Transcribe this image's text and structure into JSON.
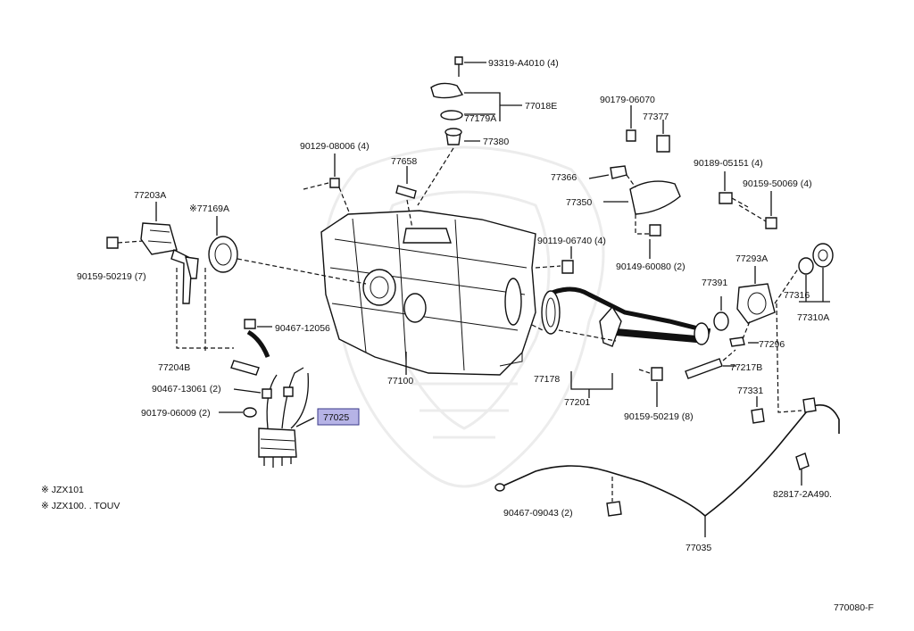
{
  "labels": {
    "p93319": "93319-A4010 (4)",
    "p77018E": "77018E",
    "p77179A": "77179A",
    "p77380": "77380",
    "p90179_06070": "90179-06070",
    "p77377": "77377",
    "p90129": "90129-08006 (4)",
    "p77658": "77658",
    "p77366": "77366",
    "p90189": "90189-05151 (4)",
    "p90159_50069": "90159-50069 (4)",
    "p77203A": "77203A",
    "p77169A": "※77169A",
    "p77350": "77350",
    "p90119": "90119-06740 (4)",
    "p77293A": "77293A",
    "p90149": "90149-60080 (2)",
    "p90159_50219_7": "90159-50219 (7)",
    "p77391": "77391",
    "p77316": "77316",
    "p77310A": "77310A",
    "p90467_12056": "90467-12056",
    "p77296": "77296",
    "p77204B": "77204B",
    "p77100": "77100",
    "p77217B": "77217B",
    "p90467_13061": "90467-13061 (2)",
    "p77178": "77178",
    "p77331": "77331",
    "p77201": "77201",
    "p90179_06009": "90179-06009 (2)",
    "p77025": "77025",
    "p90159_50219_8": "90159-50219 (8)",
    "p82817": "82817-2A490.",
    "legend1": "※  JZX101",
    "legend2": "※  JZX100. . TOUV",
    "p90467_09043": "90467-09043 (2)",
    "p77035": "77035",
    "diagram_code": "770080-F"
  },
  "colors": {
    "highlight": "#b6b3e6",
    "line": "#111111"
  }
}
